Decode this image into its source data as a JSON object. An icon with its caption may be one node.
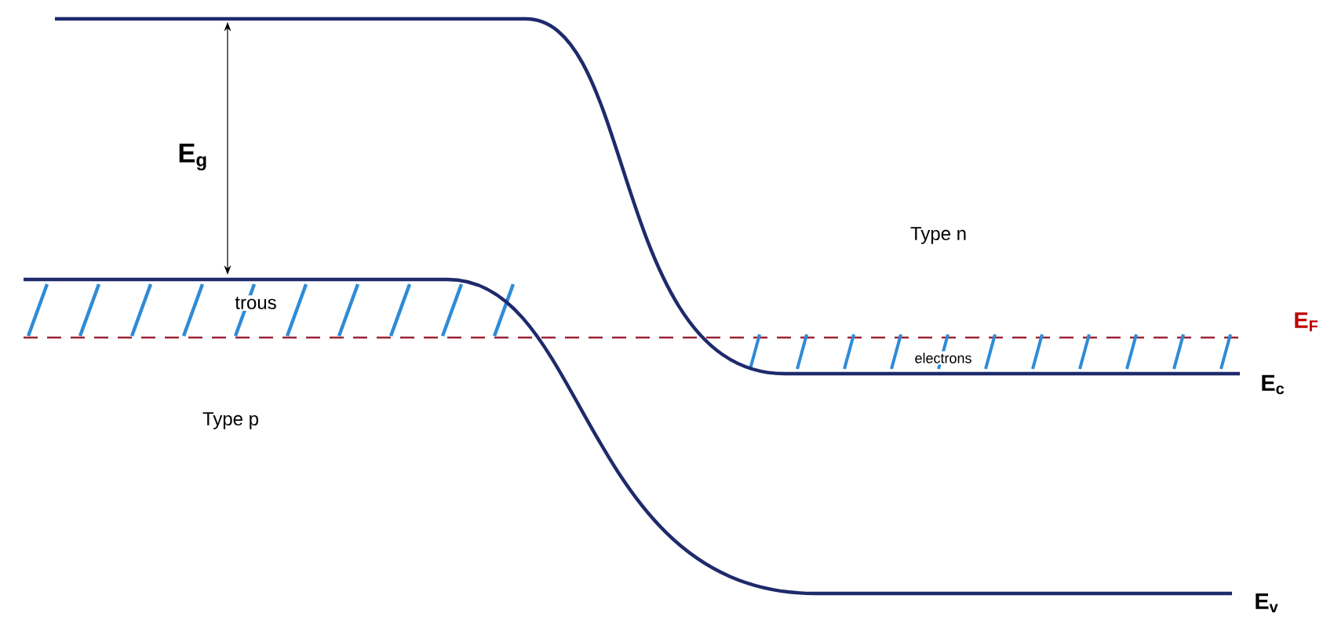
{
  "diagram": {
    "labels": [
      "E$_{g}$",
      "Type n",
      "trous",
      "E$_{F}$",
      "electrons",
      "E$_{c}$",
      "Type p",
      "E$_{v}$"
    ]
  }
}
